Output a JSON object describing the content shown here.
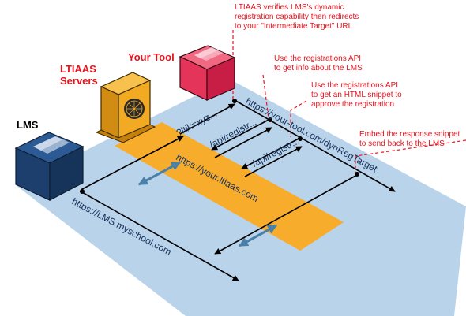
{
  "nodes": {
    "lms": {
      "label": "LMS",
      "url": "https://LMS.myschool.com"
    },
    "ltiaas": {
      "label_line1": "LTIAAS",
      "label_line2": "Servers",
      "url": "https://your.ltiaas.com"
    },
    "tool": {
      "label": "Your Tool",
      "url": "https://your-tool.com/dynRegTarget"
    }
  },
  "requests": {
    "ltik": "?ltik=xyz...",
    "api1": "/api/registr...",
    "api2": "/api/registr..."
  },
  "annotations": [
    {
      "lines": [
        "LTIAAS verifies LMS's dynamic",
        "registration capability then redirects",
        "to your \"Intermediate Target\" URL"
      ]
    },
    {
      "lines": [
        "Use the registrations API",
        "to get info about the LMS"
      ]
    },
    {
      "lines": [
        "Use the registrations API",
        "to get an HTML snippet to",
        "approve the registration"
      ]
    },
    {
      "lines": [
        "Embed the response snippet",
        "to send back to the LMS"
      ]
    }
  ],
  "colors": {
    "plane": "#b9d3ea",
    "ltiaas_band": "#f7ad2b",
    "lms_box": "#1d3f6e",
    "ltiaas_server": "#f2aa22",
    "tool_box": "#e5345a",
    "annotation": "#e8141e",
    "url_text": "#16305a",
    "arrow": "#000000",
    "bidirectional_arrow": "#4a7fa8"
  }
}
